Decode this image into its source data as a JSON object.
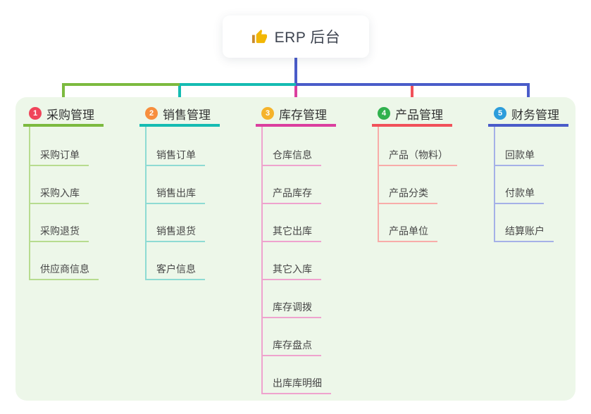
{
  "root": {
    "label": "ERP 后台",
    "icon": "thumbs-up-icon"
  },
  "theme": {
    "canvas_bg": "#ffffff",
    "panel_bg": "#EDF7E9",
    "root_card_bg": "#ffffff",
    "root_text_color": "#3E4450",
    "branch_text_color": "#333333",
    "child_text_color": "#474747",
    "stem_color": "#4A5CC9",
    "icon_color": "#F2B705"
  },
  "branches": [
    {
      "index": "1",
      "label": "采购管理",
      "color": "#7CBA3F",
      "light_color": "#B7DC8F",
      "badge_color": "#F0445A",
      "children": [
        "采购订单",
        "采购入库",
        "采购退货",
        "供应商信息"
      ]
    },
    {
      "index": "2",
      "label": "销售管理",
      "color": "#15BCB2",
      "light_color": "#8EDBD3",
      "badge_color": "#F78E3D",
      "children": [
        "销售订单",
        "销售出库",
        "销售退货",
        "客户信息"
      ]
    },
    {
      "index": "3",
      "label": "库存管理",
      "color": "#DB3F9F",
      "light_color": "#EFA3CE",
      "badge_color": "#F5B32B",
      "children": [
        "仓库信息",
        "产品库存",
        "其它出库",
        "其它入库",
        "库存调拨",
        "库存盘点",
        "出库库明细"
      ]
    },
    {
      "index": "4",
      "label": "产品管理",
      "color": "#F1515A",
      "light_color": "#F8ACA9",
      "badge_color": "#30B14E",
      "children": [
        "产品（物料）",
        "产品分类",
        "产品单位"
      ]
    },
    {
      "index": "5",
      "label": "财务管理",
      "color": "#4A5CC9",
      "light_color": "#A5B1E7",
      "badge_color": "#2C9DDB",
      "children": [
        "回款单",
        "付款单",
        "结算账户"
      ]
    }
  ]
}
